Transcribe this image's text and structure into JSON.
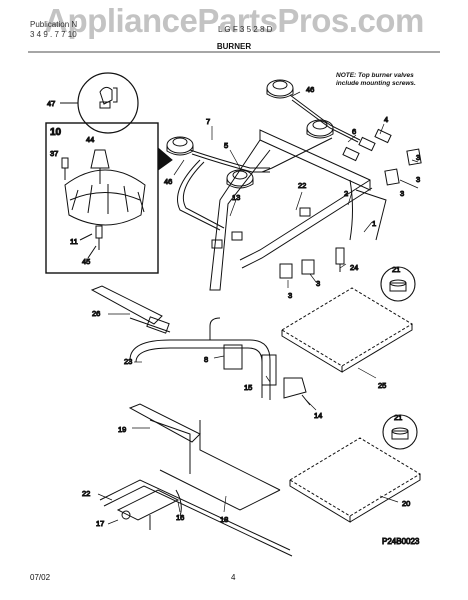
{
  "watermark": "AppliancePartsPros.com",
  "header": {
    "left_line1": "Publication N",
    "left_line2": "3 4 9 . 7 7 10",
    "model": "L G F 3 5 2 8 D",
    "section_title": "BURNER"
  },
  "note": {
    "line1": "NOTE: Top burner valves",
    "line2": "include mounting screws."
  },
  "inset_box_label": "10",
  "callouts": {
    "c47": "47",
    "c44": "44",
    "c37": "37",
    "c11": "11",
    "c45": "45",
    "c7": "7",
    "c5": "5",
    "c46a": "46",
    "c46b": "46",
    "c13": "13",
    "c22a": "22",
    "c2": "2",
    "c1": "1",
    "c3a": "3",
    "c3b": "3",
    "c3c": "3",
    "c3d": "3",
    "c4": "4",
    "c6": "6",
    "c24": "24",
    "c21a": "21",
    "c21b": "21",
    "c26": "26",
    "c23": "23",
    "c8": "8",
    "c15": "15",
    "c14": "14",
    "c25": "25",
    "c19": "19",
    "c22b": "22",
    "c17": "17",
    "c16": "16",
    "c18": "18",
    "c20": "20"
  },
  "diagram_code": "P24B0023",
  "footer": {
    "date": "07/02",
    "page": "4"
  }
}
